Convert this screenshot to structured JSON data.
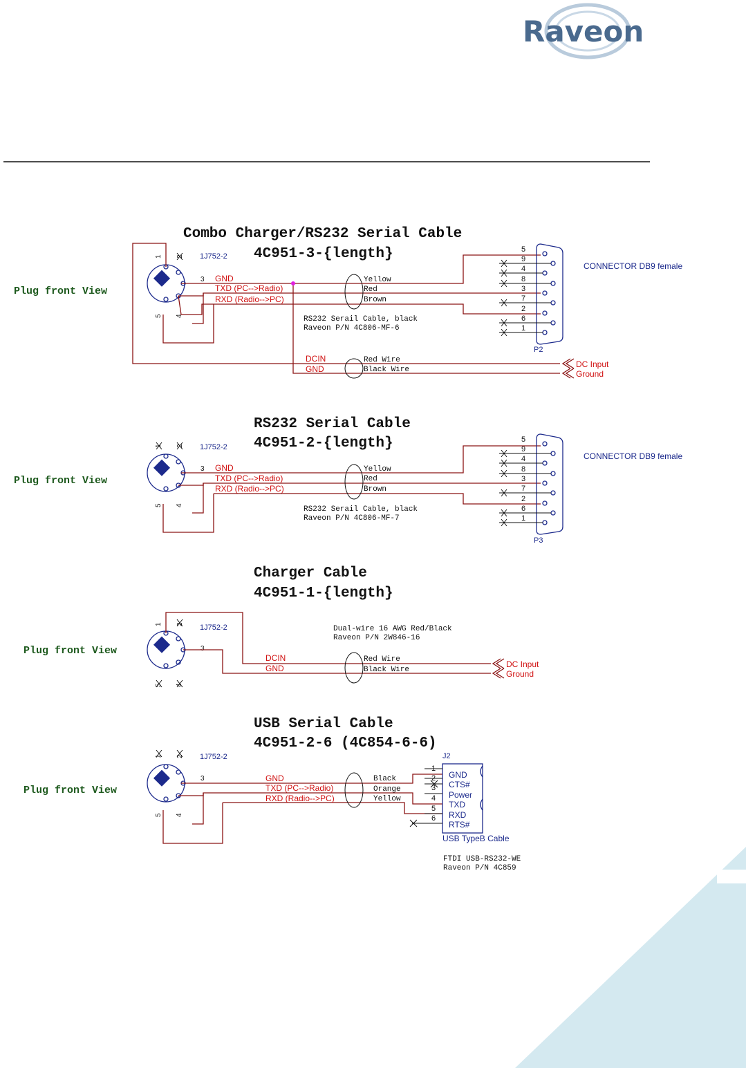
{
  "logo": {
    "text": "Raveon"
  },
  "sections": [
    {
      "title": "Combo Charger/RS232 Serial Cable",
      "part": "4C951-3-{length}",
      "plug_label": "Plug front View",
      "ref": "1J752-2",
      "pins": [
        "1",
        "2",
        "3",
        "4",
        "5"
      ],
      "signals": [
        "GND",
        "TXD (PC-->Radio)",
        "RXD (Radio-->PC)"
      ],
      "wire_colors": [
        "Yellow",
        "Red",
        "Brown"
      ],
      "cable_note": [
        "RS232 Serail Cable, black",
        "Raveon P/N 4C806-MF-6"
      ],
      "db9_pins": [
        "5",
        "9",
        "4",
        "8",
        "3",
        "7",
        "2",
        "6",
        "1"
      ],
      "connector_label": "CONNECTOR DB9 female",
      "connector_ref": "P2",
      "power_signals": [
        "DCIN",
        "GND"
      ],
      "power_wires": [
        "Red Wire",
        "Black Wire"
      ],
      "power_outputs": [
        "DC Input",
        "Ground"
      ]
    },
    {
      "title": "RS232 Serial Cable",
      "part": "4C951-2-{length}",
      "plug_label": "Plug front View",
      "ref": "1J752-2",
      "pins": [
        "1",
        "2",
        "3",
        "4",
        "5"
      ],
      "signals": [
        "GND",
        "TXD (PC-->Radio)",
        "RXD (Radio-->PC)"
      ],
      "wire_colors": [
        "Yellow",
        "Red",
        "Brown"
      ],
      "cable_note": [
        "RS232 Serail Cable, black",
        "Raveon P/N 4C806-MF-7"
      ],
      "db9_pins": [
        "5",
        "9",
        "4",
        "8",
        "3",
        "7",
        "2",
        "6",
        "1"
      ],
      "connector_label": "CONNECTOR DB9 female",
      "connector_ref": "P3"
    },
    {
      "title": "Charger Cable",
      "part": "4C951-1-{length}",
      "plug_label": "Plug front View",
      "ref": "1J752-2",
      "pins": [
        "1",
        "2",
        "3",
        "4",
        "5"
      ],
      "cable_note": [
        "Dual-wire 16 AWG Red/Black",
        "Raveon P/N 2W846-16"
      ],
      "power_signals": [
        "DCIN",
        "GND"
      ],
      "power_wires": [
        "Red Wire",
        "Black Wire"
      ],
      "power_outputs": [
        "DC Input",
        "Ground"
      ]
    },
    {
      "title": "USB Serial Cable",
      "part": "4C951-2-6 (4C854-6-6)",
      "plug_label": "Plug front View",
      "ref": "1J752-2",
      "pins": [
        "1",
        "2",
        "3",
        "4",
        "5"
      ],
      "signals": [
        "GND",
        "TXD (PC-->Radio)",
        "RXD (Radio-->PC)"
      ],
      "wire_colors": [
        "Black",
        "Orange",
        "Yellow"
      ],
      "connector_ref": "J2",
      "usb_pins": [
        "1",
        "2",
        "3",
        "4",
        "5",
        "6"
      ],
      "usb_signals": [
        "GND",
        "CTS#",
        "Power",
        "TXD",
        "RXD",
        "RTS#"
      ],
      "connector_label": "USB TypeB Cable",
      "cable_note": [
        "FTDI USB-RS232-WE",
        "Raveon P/N 4C859"
      ]
    }
  ],
  "colors": {
    "wire": "#8b1414",
    "signal_text": "#d01010",
    "connector": "#1c2a8c",
    "logo": "#4a6a8e",
    "corner": "#d4e9f0"
  }
}
